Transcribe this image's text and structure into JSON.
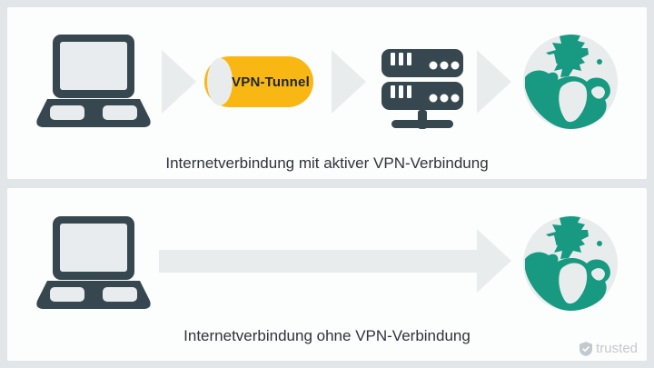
{
  "top_panel": {
    "caption": "Internetverbindung mit aktiver VPN-Verbindung",
    "tunnel_label": "VPN-Tunnel",
    "flow": [
      "laptop",
      "arrow-right",
      "vpn-tunnel",
      "arrow-right",
      "server",
      "arrow-right",
      "globe"
    ]
  },
  "bottom_panel": {
    "caption": "Internetverbindung ohne VPN-Verbindung",
    "flow": [
      "laptop",
      "long-arrow-right",
      "globe"
    ]
  },
  "watermark": {
    "label": "trusted",
    "icon": "shield-check-icon"
  },
  "colors": {
    "background": "#e3e6e8",
    "panel": "#fcfdfd",
    "icon_dark": "#37474f",
    "arrow_gray": "#e9eced",
    "tunnel_yellow": "#f8b713",
    "tunnel_text": "#20272c",
    "globe_teal": "#189a82",
    "globe_light": "#e9eced",
    "caption_text": "#2f3439",
    "watermark_gray": "#c3c9ce"
  }
}
